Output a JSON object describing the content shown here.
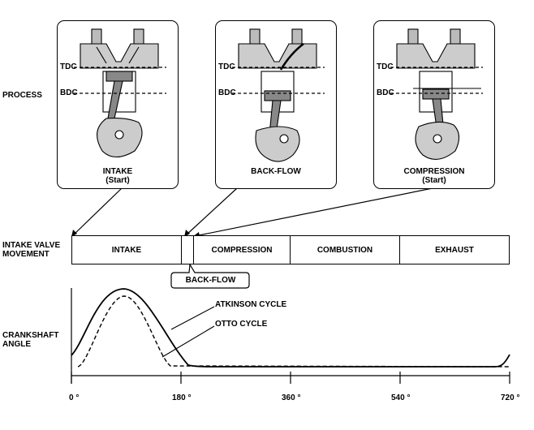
{
  "row_labels": {
    "process": "PROCESS",
    "valve_line1": "INTAKE VALVE",
    "valve_line2": "MOVEMENT",
    "crank_line1": "CRANKSHAFT",
    "crank_line2": "ANGLE"
  },
  "panels": [
    {
      "tdc": "TDC",
      "bdc": "BDC",
      "caption1": "INTAKE",
      "caption2": "(Start)"
    },
    {
      "tdc": "TDC",
      "bdc": "BDC",
      "caption1": "BACK-FLOW",
      "caption2": ""
    },
    {
      "tdc": "TDC",
      "bdc": "BDC",
      "caption1": "COMPRESSION",
      "caption2": "(Start)"
    }
  ],
  "strokes": [
    "INTAKE",
    "COMPRESSION",
    "COMBUSTION",
    "EXHAUST"
  ],
  "backflow_label": "BACK-FLOW",
  "curves": {
    "atkinson": "ATKINSON CYCLE",
    "otto": "OTTO CYCLE"
  },
  "angle_ticks": [
    "0 °",
    "180 °",
    "360 °",
    "540 °",
    "720 °"
  ]
}
